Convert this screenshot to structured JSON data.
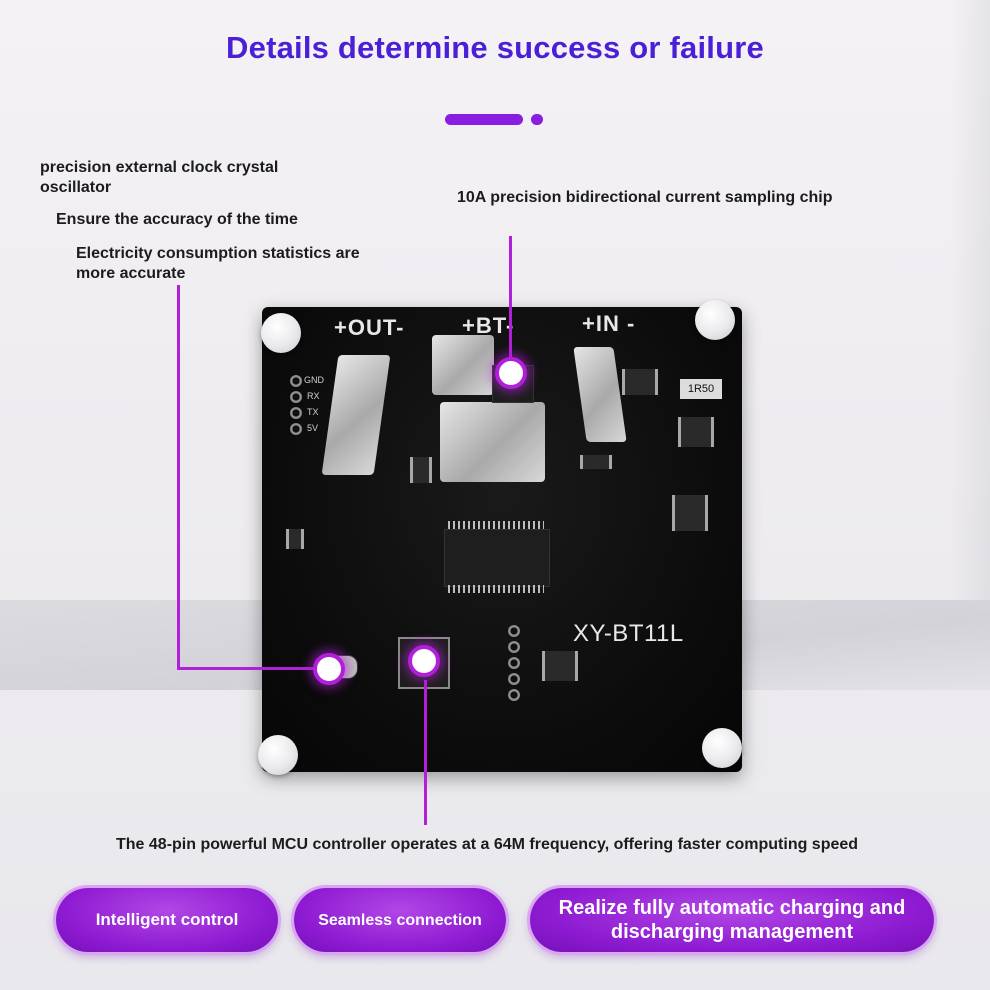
{
  "headline": "Details determine success or failure",
  "notes": {
    "crystal": "precision external clock crystal oscillator",
    "time": "Ensure the accuracy of the time",
    "stats": "Electricity consumption statistics are more accurate",
    "sampling": "10A precision bidirectional current sampling chip",
    "mcu": "The 48-pin powerful MCU controller operates at a 64M frequency, offering faster computing speed"
  },
  "board": {
    "label_out": "+OUT-",
    "label_bt": "+BT-",
    "label_in": "+IN -",
    "model": "XY-BT11L",
    "resistor": "1R50",
    "pins": [
      "GND",
      "RX",
      "TX",
      "5V"
    ]
  },
  "pills": {
    "intelligent": "Intelligent control",
    "seamless": "Seamless connection",
    "auto": "Realize fully automatic charging and discharging management"
  },
  "colors": {
    "headline": "#4a1fd6",
    "accent": "#8a1ee0",
    "callout": "#b21fd8"
  }
}
